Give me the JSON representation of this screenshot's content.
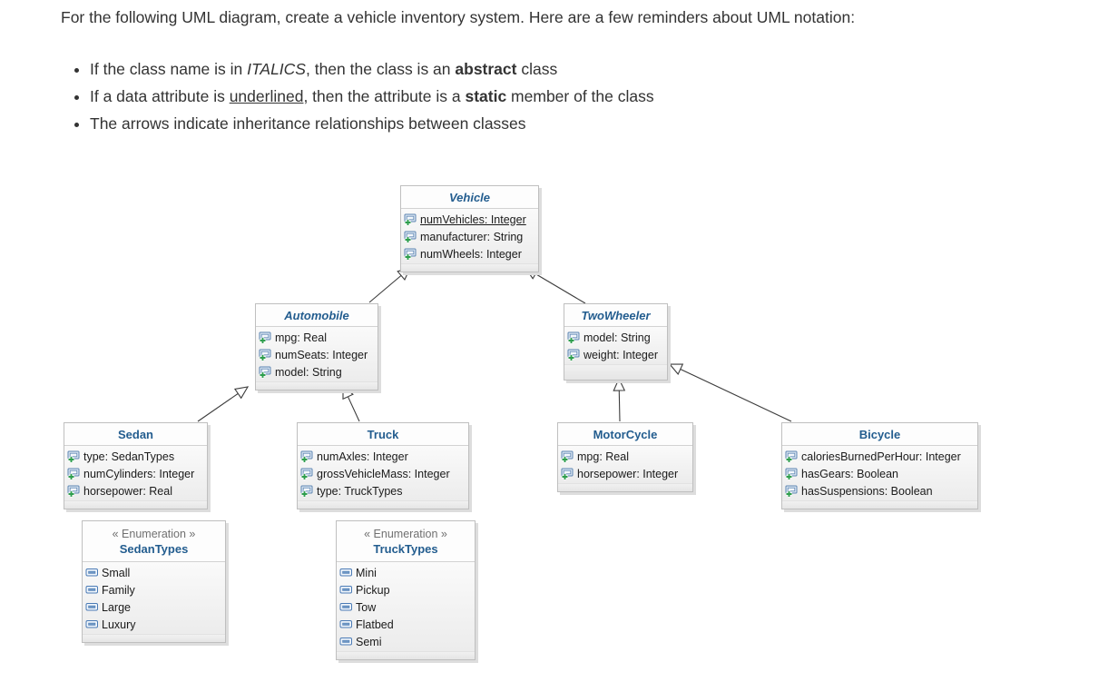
{
  "intro": {
    "paragraph": "For the following UML diagram, create a vehicle inventory system. Here are a few reminders about UML notation:",
    "bullets": [
      {
        "parts": [
          "If the class name is in ",
          "ITALICS",
          ", then the class is an ",
          "abstract",
          " class"
        ]
      },
      {
        "parts": [
          "If a data attribute is ",
          "underlined",
          ", then the attribute is a ",
          "static",
          " member of the class"
        ]
      },
      {
        "parts": [
          "The arrows indicate inheritance relationships between classes"
        ]
      }
    ]
  },
  "diagram": {
    "classes": [
      {
        "name": "Vehicle",
        "abstract": true,
        "attributes": [
          {
            "text": "numVehicles: Integer",
            "static": true
          },
          {
            "text": "manufacturer: String",
            "static": false
          },
          {
            "text": "numWheels: Integer",
            "static": false
          }
        ]
      },
      {
        "name": "Automobile",
        "abstract": true,
        "attributes": [
          {
            "text": "mpg: Real",
            "static": false
          },
          {
            "text": "numSeats: Integer",
            "static": false
          },
          {
            "text": "model: String",
            "static": false
          }
        ]
      },
      {
        "name": "TwoWheeler",
        "abstract": true,
        "attributes": [
          {
            "text": "model: String",
            "static": false
          },
          {
            "text": "weight: Integer",
            "static": false
          }
        ]
      },
      {
        "name": "Sedan",
        "abstract": false,
        "attributes": [
          {
            "text": "type: SedanTypes",
            "static": false
          },
          {
            "text": "numCylinders: Integer",
            "static": false
          },
          {
            "text": "horsepower: Real",
            "static": false
          }
        ]
      },
      {
        "name": "Truck",
        "abstract": false,
        "attributes": [
          {
            "text": "numAxles: Integer",
            "static": false
          },
          {
            "text": "grossVehicleMass: Integer",
            "static": false
          },
          {
            "text": "type: TruckTypes",
            "static": false
          }
        ]
      },
      {
        "name": "MotorCycle",
        "abstract": false,
        "attributes": [
          {
            "text": "mpg: Real",
            "static": false
          },
          {
            "text": "horsepower: Integer",
            "static": false
          }
        ]
      },
      {
        "name": "Bicycle",
        "abstract": false,
        "attributes": [
          {
            "text": "caloriesBurnedPerHour: Integer",
            "static": false
          },
          {
            "text": "hasGears: Boolean",
            "static": false
          },
          {
            "text": "hasSuspensions: Boolean",
            "static": false
          }
        ]
      }
    ],
    "enums": [
      {
        "stereotype": "« Enumeration »",
        "name": "SedanTypes",
        "values": [
          "Small",
          "Family",
          "Large",
          "Luxury"
        ]
      },
      {
        "stereotype": "« Enumeration »",
        "name": "TruckTypes",
        "values": [
          "Mini",
          "Pickup",
          "Tow",
          "Flatbed",
          "Semi"
        ]
      }
    ],
    "relationships": [
      {
        "from": "Automobile",
        "to": "Vehicle",
        "type": "inheritance"
      },
      {
        "from": "TwoWheeler",
        "to": "Vehicle",
        "type": "inheritance"
      },
      {
        "from": "Sedan",
        "to": "Automobile",
        "type": "inheritance"
      },
      {
        "from": "Truck",
        "to": "Automobile",
        "type": "inheritance"
      },
      {
        "from": "MotorCycle",
        "to": "TwoWheeler",
        "type": "inheritance"
      },
      {
        "from": "Bicycle",
        "to": "TwoWheeler",
        "type": "inheritance"
      }
    ],
    "colors": {
      "class_name": "#235d8f",
      "stereotype": "#707070",
      "attribute_text": "#1a1a1a",
      "box_border": "#bfbfbf",
      "arrow_line": "#3c3c3c",
      "attribute_icon_blue": "#5d85b2",
      "attribute_icon_green": "#2f9e4e"
    }
  }
}
